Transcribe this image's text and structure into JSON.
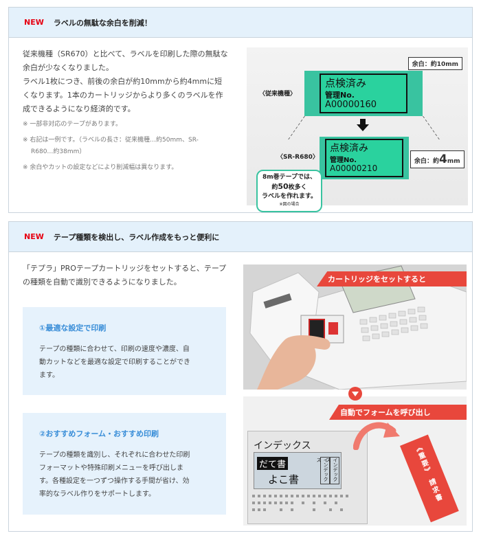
{
  "section1": {
    "new_badge": "NEW",
    "title": "ラベルの無駄な余白を削減！",
    "description": [
      "従来機種（SR670）と比べて、ラベルを印刷した際の無駄な",
      "余白が少なくなりました。",
      "ラベル1枚につき、前後の余白が約10mmから約4mmに短",
      "くなります。1本のカートリッジからより多くのラベルを作",
      "成できるようになり経済的です。"
    ],
    "notes": [
      "※ 一部非対応のテープがあります。",
      "※ 右記は一例です。（ラベルの長さ：従来機種…約50mm、SR-",
      "R680…約38mm）",
      "※ 余白やカットの設定などにより削減幅は異なります。"
    ],
    "diagram": {
      "old_machine_label": "〈従来機種〉",
      "new_machine_label": "〈SR-R680〉",
      "old_margin": "余白：約10mm",
      "new_margin_prefix": "余白：約",
      "new_margin_value": "4",
      "new_margin_unit": "mm",
      "tape_line1": "点検済み",
      "tape_line2": "管理No.",
      "tape_line3_old": "A00000160",
      "tape_line3_new": "A00000210",
      "bubble_line1": "8m巻テープでは、",
      "bubble_line2_a": "約",
      "bubble_line2_b": "50",
      "bubble_line2_c": "枚多く",
      "bubble_line3": "ラベルを作れます。",
      "bubble_note": "※図の場合"
    }
  },
  "section2": {
    "new_badge": "NEW",
    "title": "テープ種類を検出し、ラベル作成をもっと便利に",
    "intro": [
      "「テプラ」PROテープカートリッジをセットすると、テープ",
      "の種類を自動で識別できるようになりました。"
    ],
    "feature1": {
      "title": "①最適な設定で印刷",
      "text": [
        "テープの種類に合わせて、印刷の速度や濃度、自",
        "動カットなどを最適な設定で印刷することができ",
        "ます。"
      ]
    },
    "feature2": {
      "title": "②おすすめフォーム・おすすめ印刷",
      "text": [
        "テープの種類を識別し、それぞれに合わせた印刷",
        "フォーマットや特殊印刷メニューを呼び出しま",
        "す。各種設定を一つずつ操作する手間が省け、効",
        "率的なラベル作りをサポートします。"
      ]
    },
    "photo1_caption": "カートリッジをセットすると",
    "photo2_caption": "自動でフォームを呼び出し",
    "screen": {
      "title": "インデックス",
      "line1": "だて書",
      "line2": "よこ書",
      "tag1": "インデックス",
      "red_label": "《重要》 請求書"
    }
  },
  "colors": {
    "accent_red": "#e60012",
    "header_bg": "#e4f1fb",
    "tape_green": "#2ad29e",
    "feature_blue": "#3a8ed8",
    "ribbon_red": "#e8473c"
  }
}
